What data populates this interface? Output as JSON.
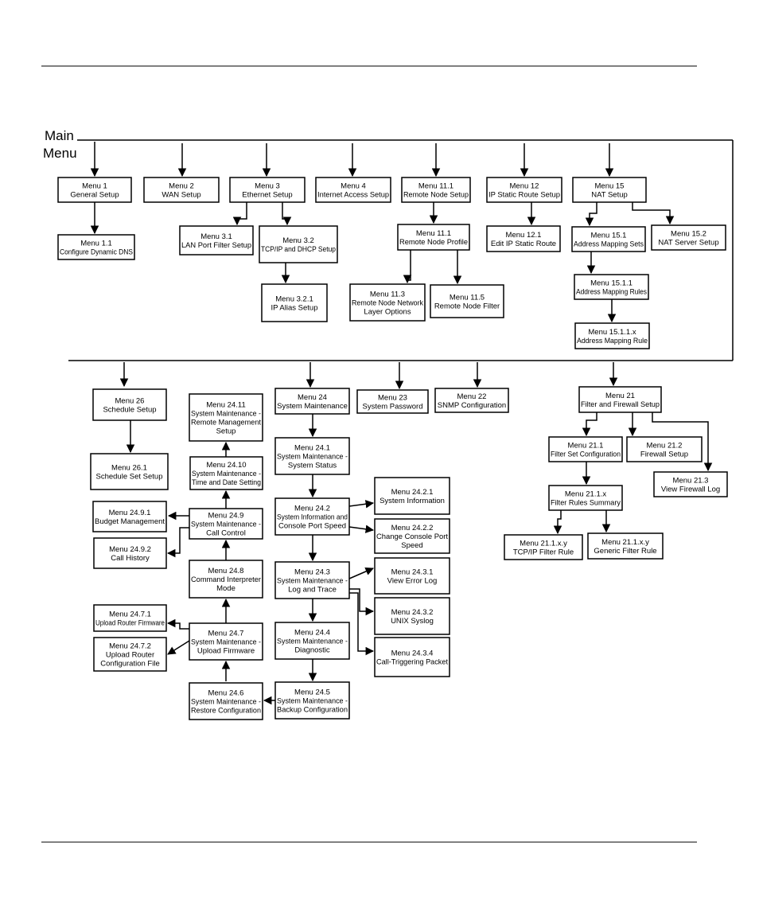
{
  "main_label": [
    "Main",
    "Menu"
  ],
  "menus": {
    "m1": [
      "Menu 1",
      "General Setup"
    ],
    "m2": [
      "Menu 2",
      "WAN Setup"
    ],
    "m3": [
      "Menu 3",
      "Ethernet Setup"
    ],
    "m4": [
      "Menu 4",
      "Internet Access Setup"
    ],
    "m11_1": [
      "Menu 11.1",
      "Remote Node Setup"
    ],
    "m12": [
      "Menu 12",
      "IP Static Route Setup"
    ],
    "m15": [
      "Menu 15",
      "NAT Setup"
    ],
    "m1_1": [
      "Menu 1.1",
      "Configure Dynamic DNS"
    ],
    "m3_1": [
      "Menu 3.1",
      "LAN Port Filter Setup"
    ],
    "m3_2": [
      "Menu 3.2",
      "TCP/IP and DHCP Setup"
    ],
    "m3_2_1": [
      "Menu 3.2.1",
      "IP Alias Setup"
    ],
    "m11_1b": [
      "Menu 11.1",
      "Remote Node Profile"
    ],
    "m11_3": [
      "Menu 11.3",
      "Remote Node Network",
      "Layer Options"
    ],
    "m11_5": [
      "Menu 11.5",
      "Remote Node Filter"
    ],
    "m12_1": [
      "Menu 12.1",
      "Edit IP Static Route"
    ],
    "m15_1": [
      "Menu 15.1",
      "Address Mapping Sets"
    ],
    "m15_2": [
      "Menu 15.2",
      "NAT Server Setup"
    ],
    "m15_1_1": [
      "Menu 15.1.1",
      "Address Mapping Rules"
    ],
    "m15_1_1x": [
      "Menu 15.1.1.x",
      "Address Mapping Rule"
    ],
    "m26": [
      "Menu 26",
      "Schedule Setup"
    ],
    "m26_1": [
      "Menu 26.1",
      "Schedule Set Setup"
    ],
    "m24_9_1": [
      "Menu 24.9.1",
      "Budget Management"
    ],
    "m24_9_2": [
      "Menu 24.9.2",
      "Call History"
    ],
    "m24_7_1": [
      "Menu 24.7.1",
      "Upload Router Firmware"
    ],
    "m24_7_2": [
      "Menu 24.7.2",
      "Upload Router",
      "Configuration File"
    ],
    "m24_11": [
      "Menu 24.11",
      "System Maintenance -",
      "Remote Management",
      "Setup"
    ],
    "m24_10": [
      "Menu 24.10",
      "System Maintenance -",
      "Time and Date Setting"
    ],
    "m24_9": [
      "Menu 24.9",
      "System Maintenance -",
      "Call Control"
    ],
    "m24_8": [
      "Menu 24.8",
      "Command Interpreter",
      "Mode"
    ],
    "m24_7": [
      "Menu 24.7",
      "System Maintenance -",
      "Upload Firmware"
    ],
    "m24_6": [
      "Menu 24.6",
      "System Maintenance -",
      "Restore Configuration"
    ],
    "m24": [
      "Menu 24",
      "System Maintenance"
    ],
    "m24_1": [
      "Menu 24.1",
      "System Maintenance -",
      "System Status"
    ],
    "m24_2": [
      "Menu 24.2",
      "System Information and",
      "Console Port Speed"
    ],
    "m24_3": [
      "Menu 24.3",
      "System Maintenance -",
      "Log and Trace"
    ],
    "m24_4": [
      "Menu 24.4",
      "System Maintenance -",
      "Diagnostic"
    ],
    "m24_5": [
      "Menu 24.5",
      "System Maintenance -",
      "Backup Configuration"
    ],
    "m24_2_1": [
      "Menu 24.2.1",
      "System Information"
    ],
    "m24_2_2": [
      "Menu 24.2.2",
      "Change Console Port",
      "Speed"
    ],
    "m24_3_1": [
      "Menu 24.3.1",
      "View Error Log"
    ],
    "m24_3_2": [
      "Menu 24.3.2",
      "UNIX Syslog"
    ],
    "m24_3_4": [
      "Menu 24.3.4",
      "Call-Triggering Packet"
    ],
    "m23": [
      "Menu 23",
      "System Password"
    ],
    "m22": [
      "Menu 22",
      "SNMP Configuration"
    ],
    "m21": [
      "Menu 21",
      "Filter and Firewall Setup"
    ],
    "m21_1": [
      "Menu 21.1",
      "Filter Set Configuration"
    ],
    "m21_2": [
      "Menu 21.2",
      "Firewall Setup"
    ],
    "m21_3": [
      "Menu 21.3",
      "View Firewall Log"
    ],
    "m21_1x": [
      "Menu 21.1.x",
      "Filter Rules Summary"
    ],
    "m21_1xy_tcp": [
      "Menu 21.1.x.y",
      "TCP/IP Filter Rule"
    ],
    "m21_1xy_gen": [
      "Menu 21.1.x.y",
      "Generic Filter Rule"
    ]
  }
}
